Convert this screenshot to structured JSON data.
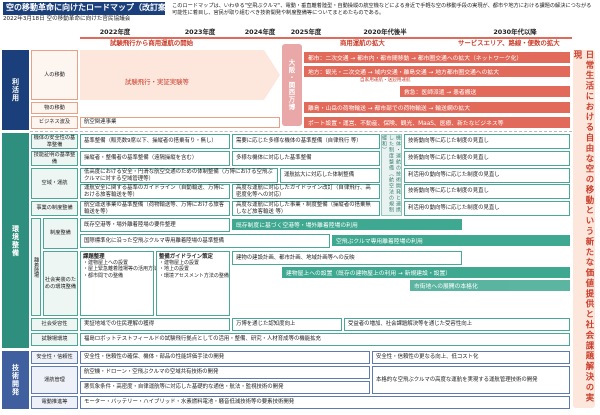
{
  "header": {
    "title": "空の移動革命に向けたロードマップ（改訂案）",
    "subtitle": "2022年3月18日 空の移動革命に向けた官民協議会",
    "description": "このロードマップは、いわゆる\"空飛ぶクルマ\"、電動・垂直離着陸型・自動操縦の航空機などによる身近で手軽な空の移動手段の実現が、都市や地方における課題の解決につながる可能性に着目し、官民が取り組むべき技術開発や制度整備等についてまとめたものである。"
  },
  "timeline": {
    "years": [
      "2022年度",
      "2023年度",
      "2024年度",
      "2025年度",
      "2020年代後半",
      "2030年代以降"
    ],
    "phases": [
      "試験飛行から商用運航の開始",
      "商用運航の拡大",
      "サービスエリア、路線・便数の拡大"
    ]
  },
  "sections": {
    "use": "利活用",
    "env": "環境整備",
    "tech": "技術開発"
  },
  "side_banner": "日常生活における自由な空の移動という新たな価値提供と社会課題解決の実現",
  "osaka": "大阪・関西万博",
  "use_rows": {
    "people_cat": "人の移動",
    "trial": "試験飛行・実証実験等",
    "line1": "都市：二次交通 → 都市内・都市間移動 → 都市圏交通への拡大（ネットワーク化）",
    "line2": "地方：観光・二次交通 → 域内交通・離島交通 → 地方都市圏交通への拡大",
    "small_note": "自家用運航・送迎用運航",
    "line3": "救急：医師派遣 → 患者搬送",
    "goods_cat": "物の移動",
    "line4": "離島・山岳の荷物輸送 → 都市部での荷物輸送 → 輸送網の拡大",
    "biz_cat": "ビジネス波及",
    "biz_left": "航空関連事業",
    "biz_right": "ポート設置・運営、不動産、保険、観光、MaaS、医療、新たなビジネス等"
  },
  "env_rows": [
    {
      "cat": "機体の安全性の基準整備",
      "left": "基準整備（販売数9席以下、操縦者の搭乗有り・無し）",
      "right": "需要に応じた多様な機体の基準整備（自律飛行 等）",
      "far": "技術動向等に応じた制度の見直し"
    },
    {
      "cat": "技能証明の基準整備",
      "left": "操縦者・整備者の基準整備（遠隔操縦を含む）",
      "right": "多様な機体に対応した基準整備",
      "far": "技術動向等に応じた制度の見直し"
    },
    {
      "cat": "空域・運航",
      "left": "低高度における安全・円滑な航空交通のための体制整備（万博における空飛ぶクルマに対する空域管理等）",
      "right": "運航拡大に対応した体制整備",
      "far": "利活用の動向等に応じた制度の見直し"
    },
    {
      "cat": "",
      "left": "運航安全に関する基準のガイドライン（自動輸送、万博における旅客輸送を等）",
      "right": "高度な運航に対応したガイドライン改訂（自律飛行、高密度化等への対応）",
      "far": "技術動向等に応じた制度の見直し"
    },
    {
      "cat": "事業の制度整備",
      "left": "航空運送事業の基準整備（荷物輸送等、万博における旅客輸送を等）",
      "right": "高度な運航に対応した事業・制度整備（操縦者の搭乗無しなど旅客輸送 等）",
      "far": "利活用の動向等に応じた制度の見直し"
    }
  ],
  "mid_vert": "機体・運航の技術開発と連携した制度整備（航空法の規制緩和）",
  "port": {
    "group": "離着陸場",
    "sys_cat": "制度整備",
    "sys1": "既存空港等・場外離着陸場の要件整理",
    "sys1b": "既存制度に基づく空港等・場外離着陸場の利用",
    "sys2": "国際標準化に沿った空飛ぶクルマ専用離着陸場の基準整備",
    "sys2b": "空飛ぶクルマ専用離着陸場の利用",
    "impl_cat": "社会実装のための環境整備",
    "issues_title": "課題整理",
    "issues": [
      "・建物屋上への設置",
      "・屋上緊急離着陸場等の活用方法",
      "・都市間での整備"
    ],
    "guide_title": "整備ガイドライン策定",
    "guide": [
      "・建物屋上の設置",
      "・地上の設置",
      "・環境アセスメント方法の整備"
    ],
    "impl1": "建物の建設計画、都市計画、地域計画等への反映",
    "impl2": "建物屋上への設置（既存の建物屋上の利用 → 新規建設・設置）",
    "impl3": "市街地への展開の本格化"
  },
  "social": {
    "cat": "社会受容性",
    "left": "実証地域での住民理解の獲得",
    "mid": "万博を通じた認知度向上",
    "right": "受益者の増加、社会課題解決等を通じた受容性向上"
  },
  "testfield": {
    "cat": "試験場環境",
    "text": "福島ロボットテストフィールドの試験飛行拠点としての活用・整備、研究・人材育成等の機能拡充"
  },
  "tech_rows": {
    "safe_cat": "安全性・信頼性",
    "safe_left": "安全性・信頼性の確保、機体・部品の性能評価手法の開発",
    "safe_right": "安全性・信頼性の更なる向上、低コスト化",
    "ops_cat": "運航管理",
    "ops_left1": "航空機・ドローン・空飛ぶクルマの空域共有技術の開発",
    "ops_left2": "悪気象条件・高密度・自律運航等に対応した基礎的な通信・航法・監視技術の開発",
    "ops_right": "本格的な空飛ぶクルマの高度な運航を実現する運航管理技術の開発",
    "prop_cat": "電動推進等",
    "prop_text": "モーター・バッテリー・ハイブリッド・水素燃料電池・騒音低減技術等の要素技術開発"
  },
  "colors": {
    "navy": "#1b3f7a",
    "red": "#e26a5a",
    "green": "#3fa890",
    "blue": "#556fa8",
    "pink": "#eaa7a7"
  }
}
